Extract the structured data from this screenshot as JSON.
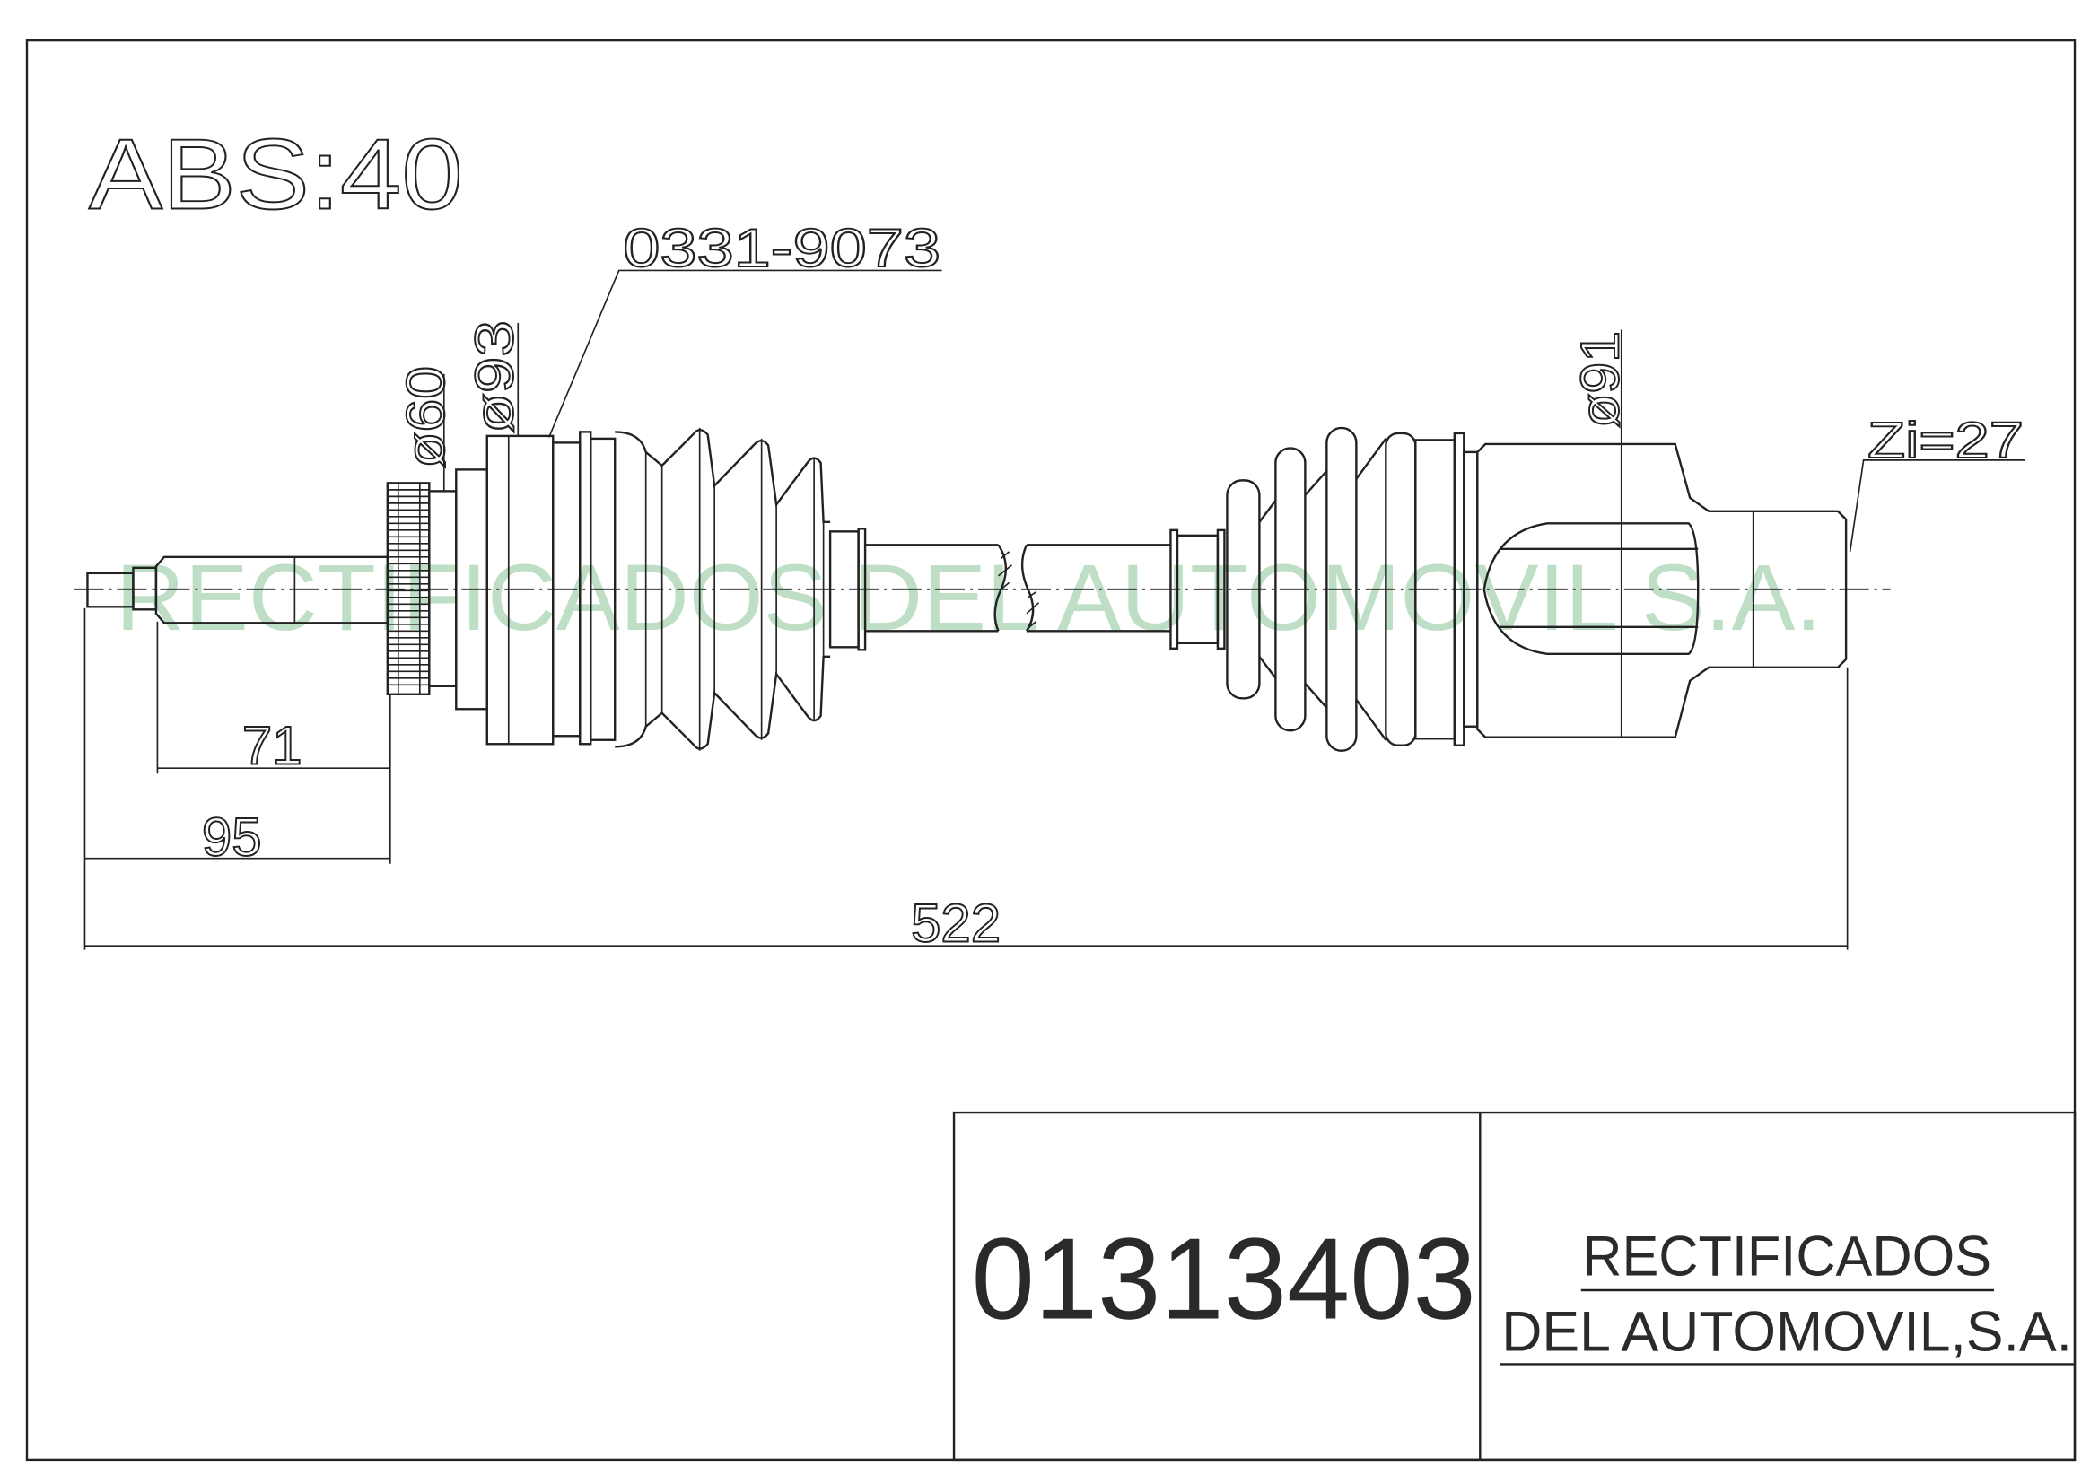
{
  "drawing": {
    "abs_label": "ABS:40",
    "part_ref": "0331-9073",
    "dia_60": "ø60",
    "dia_93": "ø93",
    "dia_91": "ø91",
    "spline": "Zi=27",
    "dim_71": "71",
    "dim_95": "95",
    "dim_522": "522",
    "watermark": "RECTIFICADOS DEL AUTOMOVIL S.A."
  },
  "title_block": {
    "part_number": "01313403",
    "company_line1": "RECTIFICADOS",
    "company_line2": "DEL AUTOMOVIL,S.A."
  },
  "colors": {
    "line": "#222222",
    "watermark": "#a9d3b3"
  }
}
